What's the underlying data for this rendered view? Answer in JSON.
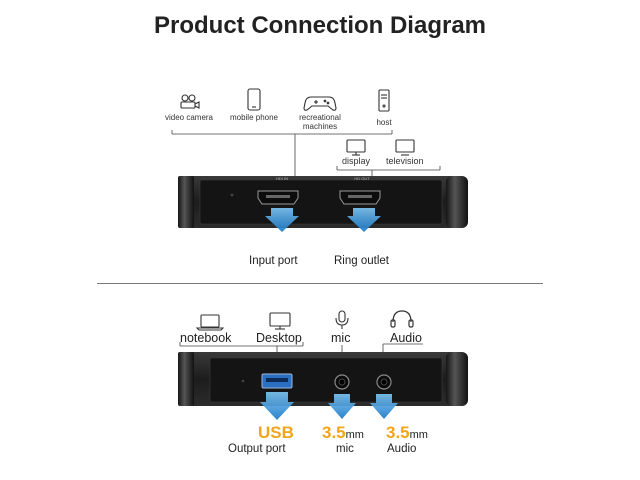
{
  "title": "Product Connection Diagram",
  "top_section": {
    "sources": [
      {
        "name": "video-camera",
        "label": "video camera",
        "icon": "video-camera-icon"
      },
      {
        "name": "mobile-phone",
        "label": "mobile phone",
        "icon": "mobile-phone-icon"
      },
      {
        "name": "recreational-machines",
        "label": "recreational machines",
        "icon": "gamepad-icon"
      },
      {
        "name": "host",
        "label": "host",
        "icon": "pc-tower-icon"
      }
    ],
    "outputs": [
      {
        "name": "display",
        "label": "display",
        "icon": "monitor-icon"
      },
      {
        "name": "television",
        "label": "television",
        "icon": "tv-icon"
      }
    ],
    "device_port_labels": [
      "HDI IN",
      "HD OUT"
    ],
    "input_port_label": "Input port",
    "ring_outlet_label": "Ring outlet"
  },
  "bottom_section": {
    "devices": [
      {
        "name": "notebook",
        "label": "notebook",
        "icon": "laptop-icon"
      },
      {
        "name": "desktop",
        "label": "Desktop",
        "icon": "desktop-monitor-icon"
      },
      {
        "name": "mic",
        "label": "mic",
        "icon": "microphone-icon"
      },
      {
        "name": "audio",
        "label": "Audio",
        "icon": "headphones-icon"
      }
    ],
    "ports": [
      {
        "name": "usb",
        "spec": "USB",
        "unit": "",
        "label": "Output port"
      },
      {
        "name": "mic",
        "spec": "3.5",
        "unit": "mm",
        "label": "mic"
      },
      {
        "name": "audio",
        "spec": "3.5",
        "unit": "mm",
        "label": "Audio"
      }
    ]
  },
  "colors": {
    "arrow": "#2a8fd6",
    "highlight": "#f0a51c",
    "device_body": "#1e1e1e"
  }
}
